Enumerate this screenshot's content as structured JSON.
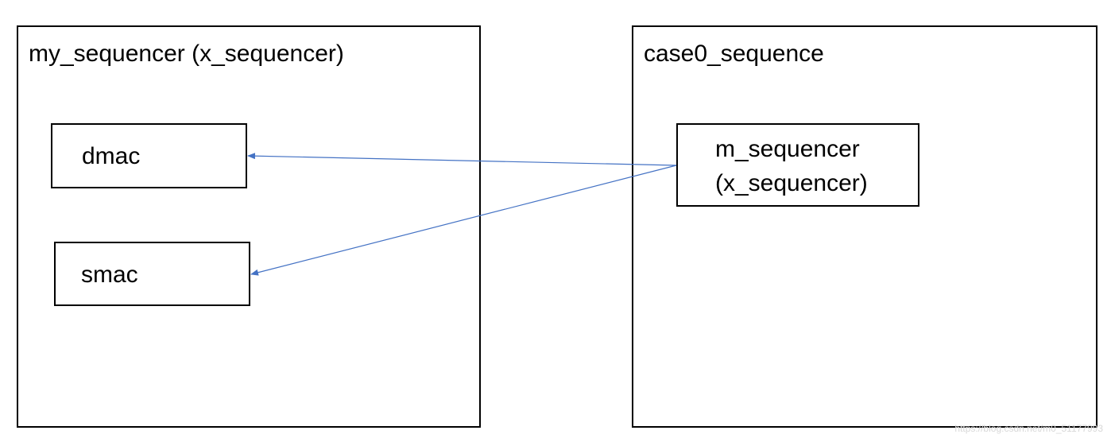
{
  "diagram": {
    "left_container": {
      "title": "my_sequencer (x_sequencer)",
      "items": [
        "dmac",
        "smac"
      ]
    },
    "right_container": {
      "title": "case0_sequence",
      "item_line1": "m_sequencer",
      "item_line2": "(x_sequencer)"
    },
    "arrow_color": "#4472C4",
    "watermark": "https://blog.csdn.net/m0_51177993"
  }
}
